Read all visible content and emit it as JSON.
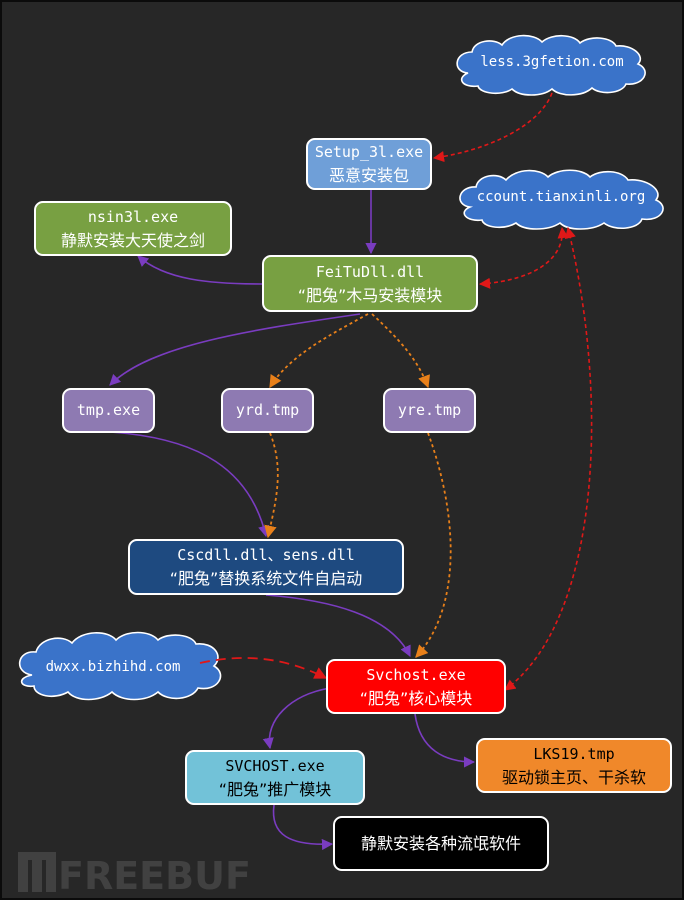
{
  "nodes": {
    "setup": {
      "line1": "Setup_3l.exe",
      "line2": "恶意安装包",
      "bg": "#6f9fd8",
      "fg": "#ffffff"
    },
    "nsin": {
      "line1": "nsin3l.exe",
      "line2": "静默安装大天使之剑",
      "bg": "#78a042",
      "fg": "#ffffff"
    },
    "feitu": {
      "line1": "FeiTuDll.dll",
      "line2": "“肥兔”木马安装模块",
      "bg": "#78a042",
      "fg": "#ffffff"
    },
    "tmp": {
      "line1": "tmp.exe",
      "bg": "#8e7ab2",
      "fg": "#ffffff"
    },
    "yrd": {
      "line1": "yrd.tmp",
      "bg": "#8e7ab2",
      "fg": "#ffffff"
    },
    "yre": {
      "line1": "yre.tmp",
      "bg": "#8e7ab2",
      "fg": "#ffffff"
    },
    "cscdll": {
      "line1": "Cscdll.dll、sens.dll",
      "line2": "“肥兔”替换系统文件自启动",
      "bg": "#1e4a80",
      "fg": "#ffffff"
    },
    "svchost": {
      "line1": "Svchost.exe",
      "line2": "“肥兔”核心模块",
      "bg": "#ff0000",
      "fg": "#ffffff"
    },
    "lks": {
      "line1": "LKS19.tmp",
      "line2": "驱动锁主页、干杀软",
      "bg": "#f0882a",
      "fg": "#000000"
    },
    "svc2": {
      "line1": "SVCHOST.exe",
      "line2": "“肥兔”推广模块",
      "bg": "#72c2d8",
      "fg": "#000000"
    },
    "silent": {
      "line1": "静默安装各种流氓软件",
      "bg": "#000000",
      "fg": "#ffffff"
    }
  },
  "clouds": {
    "less": {
      "label": "less.3gfetion.com",
      "color": "#3a73c9"
    },
    "ccount": {
      "label": "ccount.tianxinli.org",
      "color": "#3a73c9"
    },
    "dwxx": {
      "label": "dwxx.bizhihd.com",
      "color": "#3a73c9"
    }
  },
  "edge_colors": {
    "purple": "#7a3cc0",
    "orange": "#e8801a",
    "red": "#e01818"
  },
  "watermark": "FREEBUF"
}
